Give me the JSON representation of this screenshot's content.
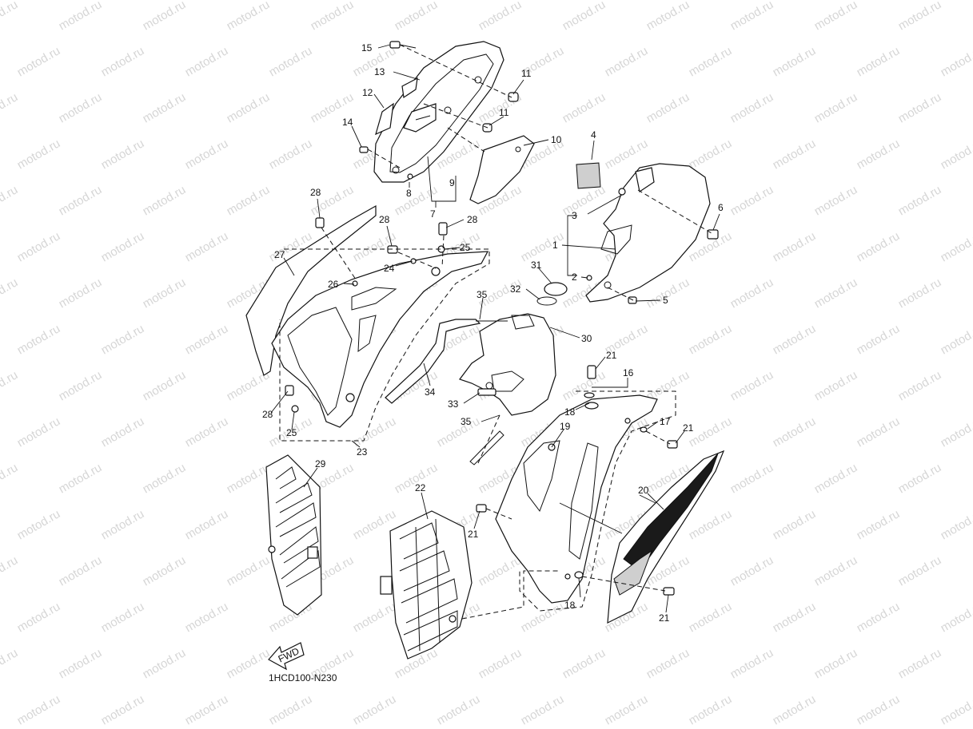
{
  "watermark": {
    "text": "motod.ru",
    "color": "#d6d6d6"
  },
  "diagram_code": "1HCD100-N230",
  "fwd_badge": "FWD",
  "callouts": [
    {
      "id": "c15",
      "text": "15"
    },
    {
      "id": "c13",
      "text": "13"
    },
    {
      "id": "c12",
      "text": "12"
    },
    {
      "id": "c14",
      "text": "14"
    },
    {
      "id": "c11a",
      "text": "11"
    },
    {
      "id": "c11b",
      "text": "11"
    },
    {
      "id": "c10",
      "text": "10"
    },
    {
      "id": "c8",
      "text": "8"
    },
    {
      "id": "c9",
      "text": "9"
    },
    {
      "id": "c7",
      "text": "7"
    },
    {
      "id": "c4",
      "text": "4"
    },
    {
      "id": "c3",
      "text": "3"
    },
    {
      "id": "c6",
      "text": "6"
    },
    {
      "id": "c1",
      "text": "1"
    },
    {
      "id": "c2",
      "text": "2"
    },
    {
      "id": "c5",
      "text": "5"
    },
    {
      "id": "c28a",
      "text": "28"
    },
    {
      "id": "c28b",
      "text": "28"
    },
    {
      "id": "c28c",
      "text": "28"
    },
    {
      "id": "c25a",
      "text": "25"
    },
    {
      "id": "c24",
      "text": "24"
    },
    {
      "id": "c27",
      "text": "27"
    },
    {
      "id": "c26",
      "text": "26"
    },
    {
      "id": "c31",
      "text": "31"
    },
    {
      "id": "c32",
      "text": "32"
    },
    {
      "id": "c35a",
      "text": "35"
    },
    {
      "id": "c30",
      "text": "30"
    },
    {
      "id": "c34",
      "text": "34"
    },
    {
      "id": "c33",
      "text": "33"
    },
    {
      "id": "c35b",
      "text": "35"
    },
    {
      "id": "c21a",
      "text": "21"
    },
    {
      "id": "c16",
      "text": "16"
    },
    {
      "id": "c18a",
      "text": "18"
    },
    {
      "id": "c17",
      "text": "17"
    },
    {
      "id": "c21b",
      "text": "21"
    },
    {
      "id": "c19",
      "text": "19"
    },
    {
      "id": "c28d",
      "text": "28"
    },
    {
      "id": "c25b",
      "text": "25"
    },
    {
      "id": "c23",
      "text": "23"
    },
    {
      "id": "c29",
      "text": "29"
    },
    {
      "id": "c22",
      "text": "22"
    },
    {
      "id": "c20",
      "text": "20"
    },
    {
      "id": "c21c",
      "text": "21"
    },
    {
      "id": "c18b",
      "text": "18"
    },
    {
      "id": "c21d",
      "text": "21"
    }
  ]
}
